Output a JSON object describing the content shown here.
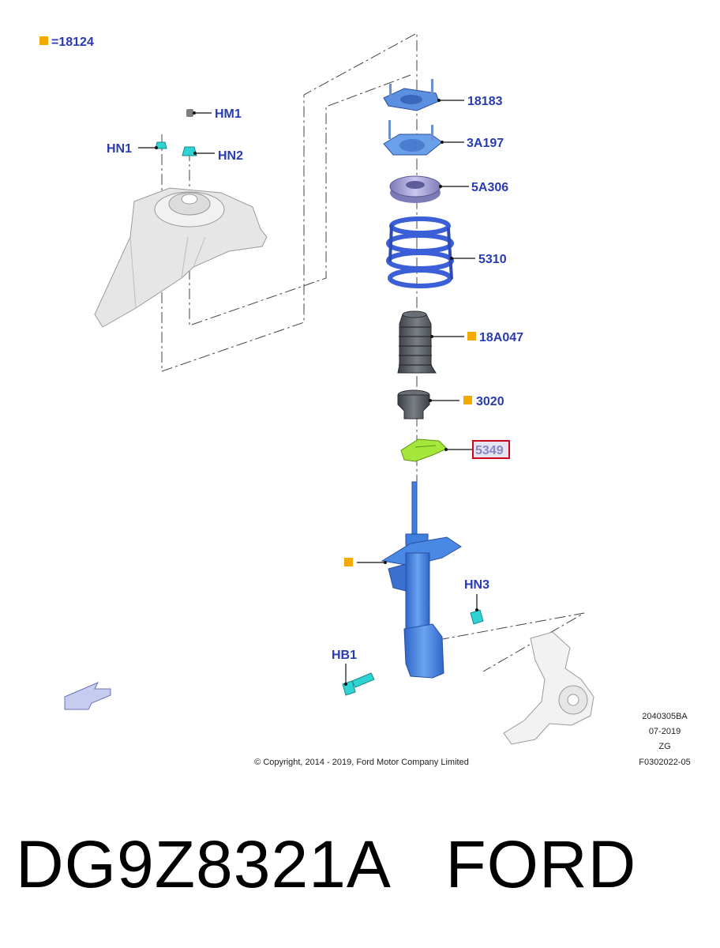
{
  "legend": {
    "marker_color": "#f2a900",
    "text": "=18124"
  },
  "parts": {
    "p18183": "18183",
    "p3A197": "3A197",
    "p5A306": "5A306",
    "p5310": "5310",
    "p18A047": "18A047",
    "p3020": "3020",
    "p5349": "5349",
    "pHM1": "HM1",
    "pHN1": "HN1",
    "pHN2": "HN2",
    "pHN3": "HN3",
    "pHB1": "HB1"
  },
  "highlight": {
    "part": "5349",
    "border_color": "#d0021b"
  },
  "info": {
    "line1": "2040305BA",
    "line2": "07-2019",
    "line3": "ZG",
    "line4": "F0302022-05"
  },
  "copyright": "© Copyright, 2014 - 2019, Ford Motor Company Limited",
  "caption": {
    "part_number": "DG9Z8321A",
    "brand": "FORD"
  },
  "colors": {
    "label": "#2a3bb0",
    "strut_blue": "#3f7fe0",
    "spring_blue": "#3a5fd6",
    "mount_purple": "#a3a0d8",
    "boot_gray": "#555a60",
    "bracket_green": "#9be02a",
    "fastener_cyan": "#2fd3d3",
    "housing_gray": "#e8e8e8"
  }
}
